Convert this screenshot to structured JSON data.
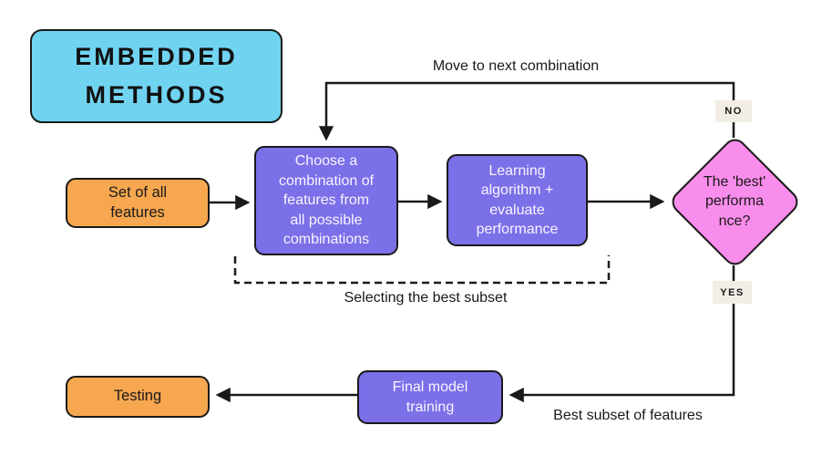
{
  "title": {
    "text": "EMBEDDED\nMETHODS"
  },
  "nodes": {
    "set_of_all_features": "Set of all\nfeatures",
    "choose_combination": "Choose a\ncombination of\nfeatures from\nall possible\ncombinations",
    "learning_algorithm": "Learning\nalgorithm +\nevaluate\nperformance",
    "best_performance": "The 'best'\nperforma\nnce?",
    "final_model_training": "Final model\ntraining",
    "testing": "Testing"
  },
  "labels": {
    "no": "NO",
    "yes": "YES",
    "move_to_next": "Move to next combination",
    "selecting_best": "Selecting the best subset",
    "best_subset": "Best subset of features"
  },
  "colors": {
    "title_box": "#70d4f1",
    "process_box": "#7b70e8",
    "io_box": "#f6a750",
    "decision_diamond": "#f98deb",
    "tag_background": "#f2eee5",
    "line": "#1a1a1a",
    "background": "#ffffff"
  }
}
